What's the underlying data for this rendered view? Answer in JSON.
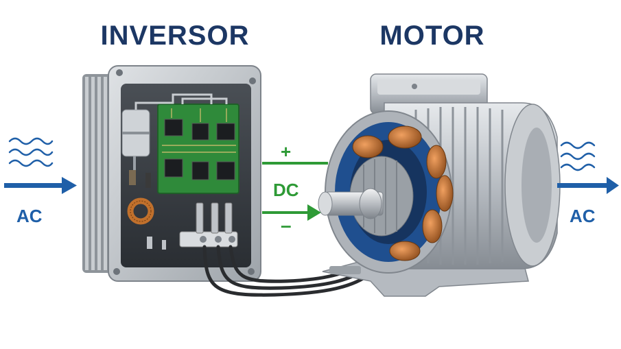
{
  "labels": {
    "inverter_title": "INVERSOR",
    "motor_title": "MOTOR",
    "ac_input": "AC",
    "ac_output": "AC",
    "dc": "DC",
    "dc_positive": "+",
    "dc_negative": "–"
  },
  "colors": {
    "title": "#1c3764",
    "ac_blue": "#1f5fa8",
    "dc_green": "#2e9a36",
    "housing_grey": "#9aa0a6",
    "pcb_green": "#2f8a3a",
    "stator_blue": "#1f4f8f",
    "copper": "#c0702c"
  },
  "icons": {
    "ac_input": [
      "wave-icon",
      "arrow-right-icon"
    ],
    "ac_output": [
      "wave-icon",
      "arrow-right-icon"
    ],
    "dc": [
      "arrow-right-icon"
    ]
  }
}
